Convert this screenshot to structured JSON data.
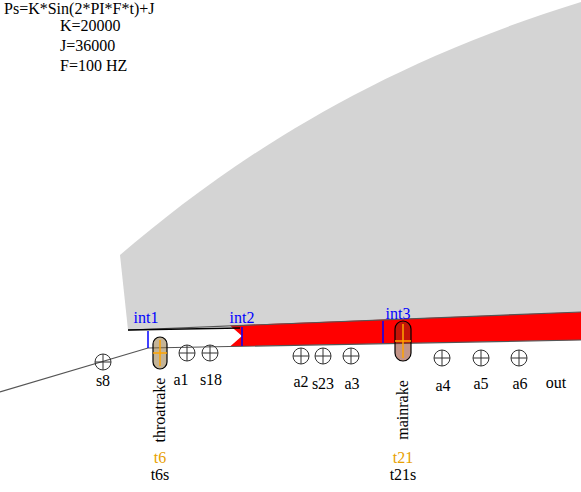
{
  "diagram": {
    "labels": [
      "Ps=K*Sin(2*PI*F*t)+J",
      "K=20000",
      "J=36000",
      "F=100 HZ",
      "int1",
      "int2",
      "int3",
      "s8",
      "a1",
      "s18",
      "a2",
      "s23",
      "a3",
      "a4",
      "a5",
      "a6",
      "out",
      "throatrake",
      "mainrake",
      "t6",
      "t6s",
      "t21",
      "t21s"
    ]
  }
}
